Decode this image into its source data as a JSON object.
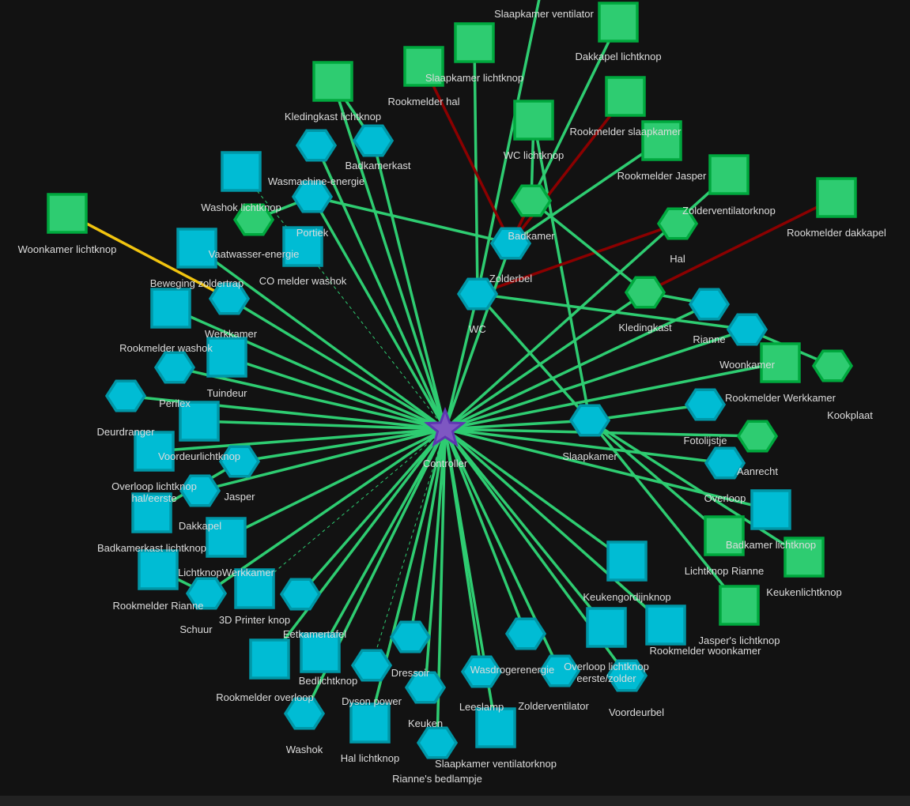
{
  "colors": {
    "edge_ok": "#2ecc71",
    "edge_bad": "#8b0000",
    "edge_warn": "#f1c40f",
    "node_listening_fill": "#00bcd4",
    "node_listening_stroke": "#0097a7",
    "node_sleeping_fill": "#2ecc71",
    "node_sleeping_stroke": "#00a83e",
    "controller_fill": "#7e57c2",
    "controller_stroke": "#5e35b1"
  },
  "controller": {
    "label": "Controller"
  },
  "nodes": [
    {
      "label": "Dakkapel lichtknop",
      "shape": "square",
      "kind": "sleeping"
    },
    {
      "label": "Slaapkamer ventilator",
      "shape": "square",
      "kind": "sleeping"
    },
    {
      "label": "Slaapkamer lichtknop",
      "shape": "square",
      "kind": "sleeping"
    },
    {
      "label": "Rookmelder hal",
      "shape": "square",
      "kind": "sleeping"
    },
    {
      "label": "Kledingkast lichtknop",
      "shape": "square",
      "kind": "sleeping"
    },
    {
      "label": "WC lichtknop",
      "shape": "square",
      "kind": "sleeping"
    },
    {
      "label": "Rookmelder slaapkamer",
      "shape": "square",
      "kind": "sleeping"
    },
    {
      "label": "Rookmelder Jasper",
      "shape": "square",
      "kind": "sleeping"
    },
    {
      "label": "Zolderventilatorknop",
      "shape": "square",
      "kind": "sleeping"
    },
    {
      "label": "Rookmelder dakkapel",
      "shape": "square",
      "kind": "sleeping"
    },
    {
      "label": "Badkamer",
      "shape": "hex",
      "kind": "sleeping"
    },
    {
      "label": "Zolderbel",
      "shape": "hex",
      "kind": "listening"
    },
    {
      "label": "WC",
      "shape": "hex",
      "kind": "listening"
    },
    {
      "label": "Hal",
      "shape": "hex",
      "kind": "sleeping"
    },
    {
      "label": "Kledingkast",
      "shape": "hex",
      "kind": "sleeping"
    },
    {
      "label": "Rianne",
      "shape": "hex",
      "kind": "listening"
    },
    {
      "label": "Woonkamer",
      "shape": "hex",
      "kind": "listening"
    },
    {
      "label": "Rookmelder Werkkamer",
      "shape": "square",
      "kind": "sleeping"
    },
    {
      "label": "Kookplaat",
      "shape": "hex",
      "kind": "sleeping"
    },
    {
      "label": "Fotolijstje",
      "shape": "hex",
      "kind": "listening"
    },
    {
      "label": "Aanrecht",
      "shape": "hex",
      "kind": "sleeping"
    },
    {
      "label": "Overloop",
      "shape": "hex",
      "kind": "listening"
    },
    {
      "label": "Badkamer lichtknop",
      "shape": "square",
      "kind": "listening"
    },
    {
      "label": "Lichtknop Rianne",
      "shape": "square",
      "kind": "sleeping"
    },
    {
      "label": "Keukenlichtknop",
      "shape": "square",
      "kind": "sleeping"
    },
    {
      "label": "Jasper's lichtknop",
      "shape": "square",
      "kind": "sleeping"
    },
    {
      "label": "Slaapkamer",
      "shape": "hex",
      "kind": "listening"
    },
    {
      "label": "Keukengordijnknop",
      "shape": "square",
      "kind": "listening"
    },
    {
      "label": "Rookmelder woonkamer",
      "shape": "square",
      "kind": "listening"
    },
    {
      "label": "Overloop lichtknop eerste/zolder",
      "shape": "square",
      "kind": "listening"
    },
    {
      "label": "Voordeurbel",
      "shape": "hex",
      "kind": "listening"
    },
    {
      "label": "Zolderventilator",
      "shape": "hex",
      "kind": "listening"
    },
    {
      "label": "Wasdrogerenergie",
      "shape": "hex",
      "kind": "listening"
    },
    {
      "label": "Slaapkamer ventilatorknop",
      "shape": "square",
      "kind": "listening"
    },
    {
      "label": "Leeslamp",
      "shape": "hex",
      "kind": "listening"
    },
    {
      "label": "Rianne's bedlampje",
      "shape": "hex",
      "kind": "listening"
    },
    {
      "label": "Keuken",
      "shape": "hex",
      "kind": "listening"
    },
    {
      "label": "Dressoir",
      "shape": "hex",
      "kind": "listening"
    },
    {
      "label": "Dyson power",
      "shape": "hex",
      "kind": "listening"
    },
    {
      "label": "Hal lichtknop",
      "shape": "square",
      "kind": "listening"
    },
    {
      "label": "Washok",
      "shape": "hex",
      "kind": "listening"
    },
    {
      "label": "Bedlichtknop",
      "shape": "square",
      "kind": "listening"
    },
    {
      "label": "Rookmelder overloop",
      "shape": "square",
      "kind": "listening"
    },
    {
      "label": "Eetkamertafel",
      "shape": "hex",
      "kind": "listening"
    },
    {
      "label": "3D Printer knop",
      "shape": "square",
      "kind": "listening"
    },
    {
      "label": "Schuur",
      "shape": "hex",
      "kind": "listening"
    },
    {
      "label": "Rookmelder Rianne",
      "shape": "square",
      "kind": "listening"
    },
    {
      "label": "LichtknopWerkkamer",
      "shape": "square",
      "kind": "listening"
    },
    {
      "label": "Badkamerkast lichtknop",
      "shape": "square",
      "kind": "listening"
    },
    {
      "label": "Dakkapel",
      "shape": "hex",
      "kind": "listening"
    },
    {
      "label": "Jasper",
      "shape": "hex",
      "kind": "listening"
    },
    {
      "label": "Overloop lichtknop hal/eerste",
      "shape": "square",
      "kind": "listening"
    },
    {
      "label": "Voordeurlichtknop",
      "shape": "square",
      "kind": "listening"
    },
    {
      "label": "Deurdranger",
      "shape": "hex",
      "kind": "listening"
    },
    {
      "label": "Perilex",
      "shape": "hex",
      "kind": "listening"
    },
    {
      "label": "Tuindeur",
      "shape": "square",
      "kind": "listening"
    },
    {
      "label": "Rookmelder washok",
      "shape": "square",
      "kind": "listening"
    },
    {
      "label": "Werkkamer",
      "shape": "hex",
      "kind": "listening"
    },
    {
      "label": "Beweging zoldertrap",
      "shape": "square",
      "kind": "listening"
    },
    {
      "label": "CO melder washok",
      "shape": "square",
      "kind": "listening"
    },
    {
      "label": "Washok lichtknop",
      "shape": "square",
      "kind": "listening"
    },
    {
      "label": "Vaatwasser-energie",
      "shape": "hex",
      "kind": "sleeping"
    },
    {
      "label": "Portiek",
      "shape": "hex",
      "kind": "listening"
    },
    {
      "label": "Wasmachine-energie",
      "shape": "hex",
      "kind": "listening"
    },
    {
      "label": "Badkamerkast",
      "shape": "hex",
      "kind": "listening"
    },
    {
      "label": "Woonkamer lichtknop",
      "shape": "square",
      "kind": "sleeping"
    }
  ],
  "edges": [
    [
      "Dakkapel lichtknop",
      "Badkamer",
      "ok"
    ],
    [
      "Slaapkamer ventilator",
      "WC",
      "ok"
    ],
    [
      "Slaapkamer lichtknop",
      "WC",
      "ok"
    ],
    [
      "Rookmelder hal",
      "Zolderbel",
      "bad"
    ],
    [
      "Kledingkast lichtknop",
      "Controller",
      "ok"
    ],
    [
      "WC lichtknop",
      "Badkamer",
      "ok"
    ],
    [
      "WC lichtknop",
      "Slaapkamer",
      "ok"
    ],
    [
      "Rookmelder slaapkamer",
      "Zolderbel",
      "bad"
    ],
    [
      "Rookmelder Jasper",
      "Zolderbel",
      "ok"
    ],
    [
      "Zolderventilatorknop",
      "Controller",
      "ok"
    ],
    [
      "Rookmelder dakkapel",
      "Kledingkast",
      "bad"
    ],
    [
      "Hal",
      "WC",
      "bad"
    ],
    [
      "Badkamer",
      "Zolderbel",
      "bad"
    ],
    [
      "Badkamer",
      "Kledingkast",
      "ok"
    ],
    [
      "Zolderbel",
      "Controller",
      "ok"
    ],
    [
      "WC",
      "Controller",
      "ok"
    ],
    [
      "WC",
      "Woonkamer",
      "ok"
    ],
    [
      "WC",
      "Slaapkamer",
      "ok"
    ],
    [
      "Kledingkast",
      "Rianne",
      "ok"
    ],
    [
      "Kledingkast",
      "Controller",
      "ok"
    ],
    [
      "Rianne",
      "Controller",
      "ok"
    ],
    [
      "Woonkamer",
      "Controller",
      "ok"
    ],
    [
      "Woonkamer",
      "Kookplaat",
      "ok"
    ],
    [
      "Rookmelder Werkkamer",
      "Controller",
      "ok"
    ],
    [
      "Fotolijstje",
      "Slaapkamer",
      "ok"
    ],
    [
      "Aanrecht",
      "Controller",
      "ok"
    ],
    [
      "Overloop",
      "Controller",
      "ok"
    ],
    [
      "Badkamer lichtknop",
      "Controller",
      "ok"
    ],
    [
      "Lichtknop Rianne",
      "Slaapkamer",
      "ok"
    ],
    [
      "Keukenlichtknop",
      "Slaapkamer",
      "ok"
    ],
    [
      "Jasper's lichtknop",
      "Slaapkamer",
      "ok"
    ],
    [
      "Slaapkamer",
      "Controller",
      "ok"
    ],
    [
      "Keukengordijnknop",
      "Controller",
      "ok"
    ],
    [
      "Rookmelder woonkamer",
      "Controller",
      "ok"
    ],
    [
      "Overloop lichtknop eerste/zolder",
      "Controller",
      "ok"
    ],
    [
      "Voordeurbel",
      "Controller",
      "ok"
    ],
    [
      "Zolderventilator",
      "Controller",
      "ok"
    ],
    [
      "Wasdrogerenergie",
      "Controller",
      "ok"
    ],
    [
      "Slaapkamer ventilatorknop",
      "Controller",
      "ok"
    ],
    [
      "Leeslamp",
      "Controller",
      "ok"
    ],
    [
      "Rianne's bedlampje",
      "Controller",
      "ok"
    ],
    [
      "Keuken",
      "Controller",
      "ok"
    ],
    [
      "Dressoir",
      "Controller",
      "ok"
    ],
    [
      "Dyson power",
      "Controller",
      "dashed"
    ],
    [
      "Hal lichtknop",
      "Controller",
      "ok"
    ],
    [
      "Washok",
      "Controller",
      "ok"
    ],
    [
      "Bedlichtknop",
      "Controller",
      "ok"
    ],
    [
      "Rookmelder overloop",
      "Controller",
      "ok"
    ],
    [
      "Eetkamertafel",
      "Controller",
      "ok"
    ],
    [
      "3D Printer knop",
      "Controller",
      "dashed"
    ],
    [
      "Schuur",
      "Controller",
      "ok"
    ],
    [
      "Rookmelder Rianne",
      "Schuur",
      "ok"
    ],
    [
      "LichtknopWerkkamer",
      "Controller",
      "ok"
    ],
    [
      "Badkamerkast lichtknop",
      "Jasper",
      "ok"
    ],
    [
      "Dakkapel",
      "Controller",
      "ok"
    ],
    [
      "Jasper",
      "Controller",
      "ok"
    ],
    [
      "Overloop lichtknop hal/eerste",
      "Controller",
      "ok"
    ],
    [
      "Voordeurlichtknop",
      "Controller",
      "ok"
    ],
    [
      "Deurdranger",
      "Controller",
      "ok"
    ],
    [
      "Perilex",
      "Controller",
      "ok"
    ],
    [
      "Tuindeur",
      "Controller",
      "ok"
    ],
    [
      "Rookmelder washok",
      "Controller",
      "ok"
    ],
    [
      "Werkkamer",
      "Controller",
      "ok"
    ],
    [
      "Beweging zoldertrap",
      "Controller",
      "ok"
    ],
    [
      "CO melder washok",
      "Controller",
      "dashed"
    ],
    [
      "Washok lichtknop",
      "CO melder washok",
      "dashed"
    ],
    [
      "Vaatwasser-energie",
      "Portiek",
      "ok"
    ],
    [
      "Portiek",
      "Controller",
      "ok"
    ],
    [
      "Portiek",
      "Zolderbel",
      "ok"
    ],
    [
      "Wasmachine-energie",
      "Controller",
      "ok"
    ],
    [
      "Kledingkast lichtknop",
      "Badkamerkast",
      "ok"
    ],
    [
      "Badkamerkast",
      "Controller",
      "ok"
    ],
    [
      "Woonkamer lichtknop",
      "Werkkamer",
      "warn"
    ]
  ]
}
